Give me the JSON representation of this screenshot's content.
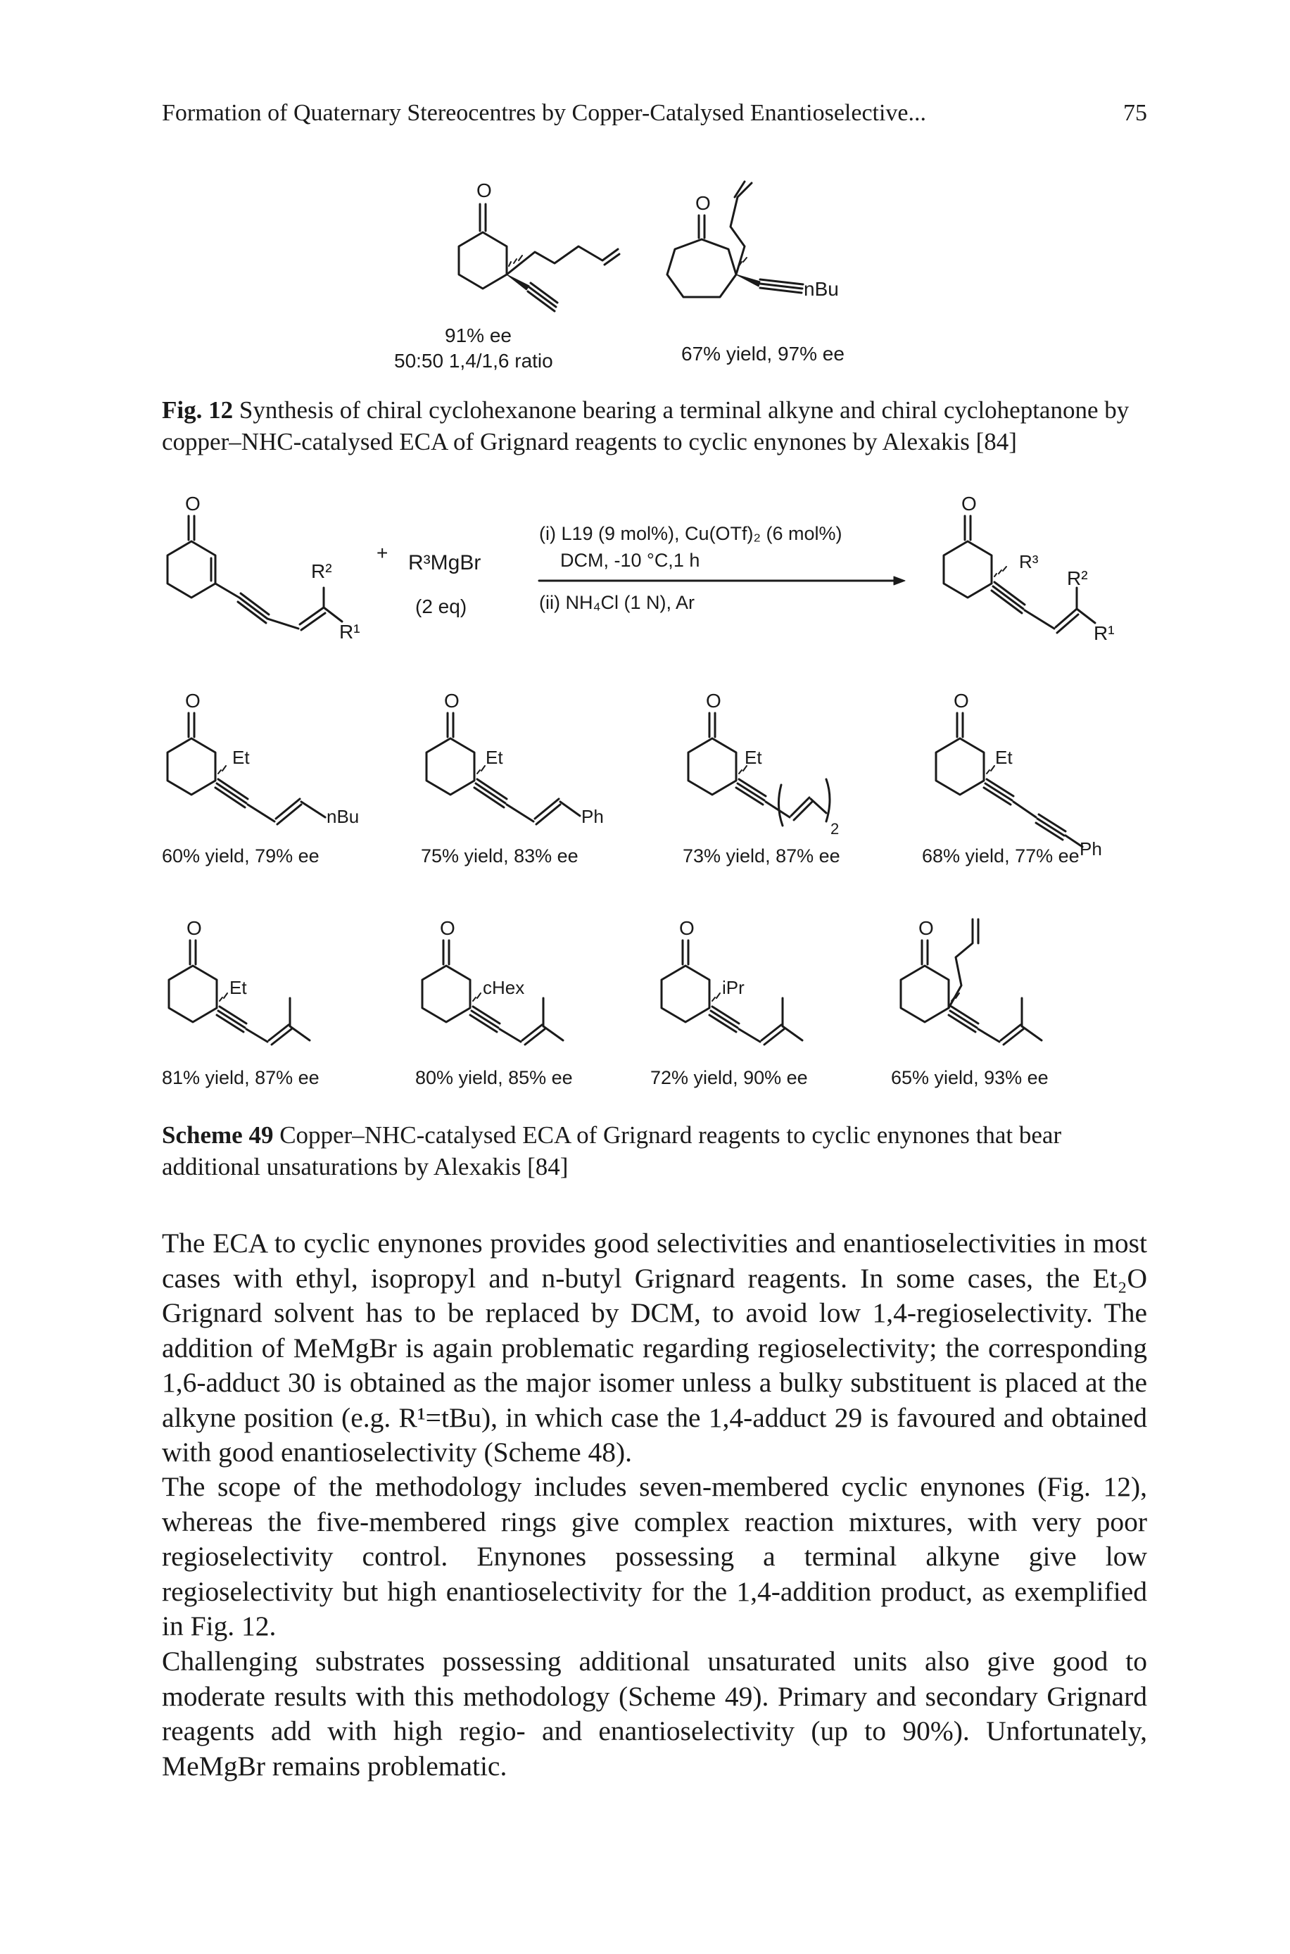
{
  "header": {
    "running_title": "Formation of Quaternary Stereocentres by Copper-Catalysed Enantioselective...",
    "page_number": "75"
  },
  "fig12": {
    "compounds": [
      {
        "label_line1": "91% ee",
        "label_line2": "50:50 1,4/1,6 ratio",
        "atom_o": "O"
      },
      {
        "label_line1": "67% yield, 97% ee",
        "atom_o": "O",
        "substituent": "nBu"
      }
    ],
    "caption_label": "Fig. 12",
    "caption_text": "Synthesis of chiral cyclohexanone bearing a terminal alkyne and chiral cycloheptanone by copper–NHC-catalysed ECA of Grignard reagents to cyclic enynones by Alexakis [84]"
  },
  "scheme49": {
    "reaction": {
      "plus": "+",
      "reagent": "R³MgBr",
      "reagent_eq": "(2 eq)",
      "cond1": "(i) L19 (9 mol%), Cu(OTf)₂ (6 mol%)",
      "cond2": "DCM, -10 °C,1 h",
      "cond3": "(ii) NH₄Cl (1 N), Ar",
      "r1": "R¹",
      "r2": "R²",
      "r3": "R³",
      "o": "O"
    },
    "row1": [
      {
        "group": "Et",
        "end": "nBu",
        "result": "60% yield, 79% ee"
      },
      {
        "group": "Et",
        "end": "Ph",
        "result": "75% yield, 83% ee"
      },
      {
        "group": "Et",
        "end": "2",
        "result": "73% yield, 87% ee"
      },
      {
        "group": "Et",
        "end": "Ph",
        "result": "68% yield, 77% ee"
      }
    ],
    "row2": [
      {
        "group": "Et",
        "result": "81% yield, 87% ee"
      },
      {
        "group": "cHex",
        "result": "80% yield, 85% ee"
      },
      {
        "group": "iPr",
        "result": "72% yield, 90% ee"
      },
      {
        "group": "",
        "result": "65% yield, 93% ee"
      }
    ],
    "caption_label": "Scheme 49",
    "caption_text": "Copper–NHC-catalysed ECA of Grignard reagents to cyclic enynones that bear additional unsaturations by Alexakis [84]"
  },
  "body": {
    "p1": "The ECA to cyclic enynones provides good selectivities and enantioselectivities in most cases with ethyl, isopropyl and n-butyl Grignard reagents. In some cases, the Et₂O Grignard solvent has to be replaced by DCM, to avoid low 1,4-regioselectivity. The addition of MeMgBr is again problematic regarding regioselectivity; the corresponding 1,6-adduct 30 is obtained as the major isomer unless a bulky substituent is placed at the alkyne position (e.g. R¹=tBu), in which case the 1,4-adduct 29 is favoured and obtained with good enantioselectivity (Scheme 48).",
    "p2": "The scope of the methodology includes seven-membered cyclic enynones (Fig. 12), whereas the five-membered rings give complex reaction mixtures, with very poor regioselectivity control. Enynones possessing a terminal alkyne give low regioselectivity but high enantioselectivity for the 1,4-addition product, as exemplified in Fig. 12.",
    "p3": "Challenging substrates possessing additional unsaturated units also give good to moderate results with this methodology (Scheme 49). Primary and secondary Grignard reagents add with high regio- and enantioselectivity (up to 90%). Unfortunately, MeMgBr remains problematic."
  }
}
